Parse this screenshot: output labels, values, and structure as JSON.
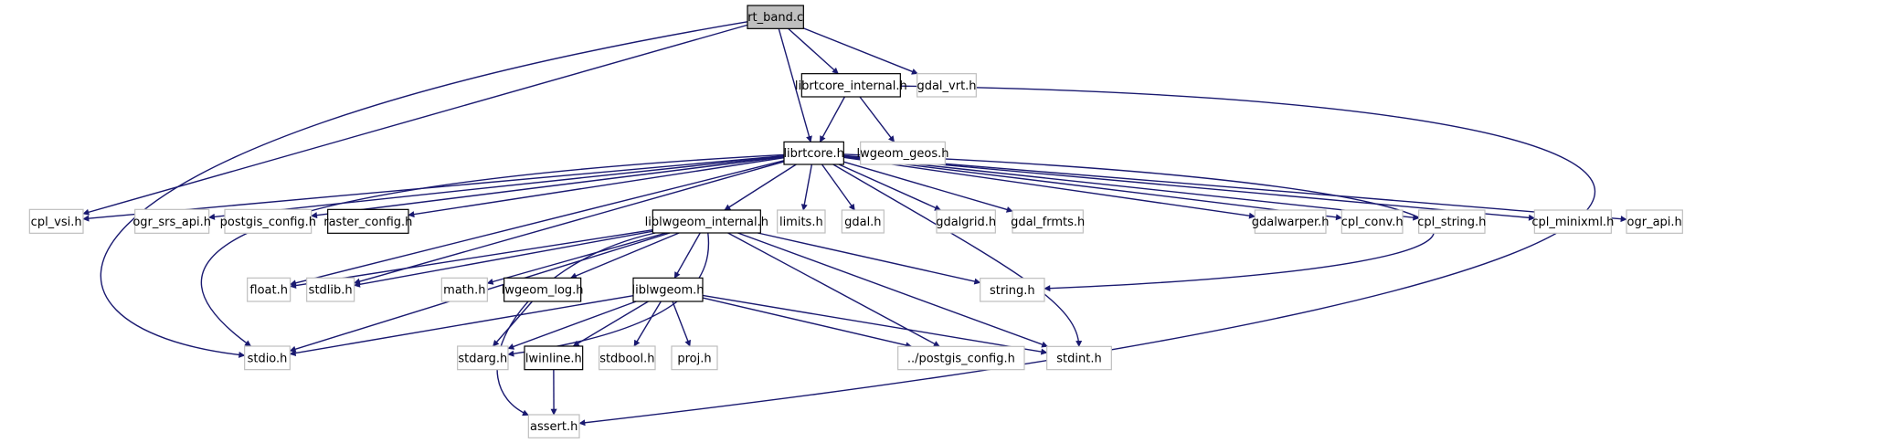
{
  "graph": {
    "type": "include-dependency-graph",
    "root": "rt_band",
    "colors": {
      "edge": "#191970",
      "root_fill": "#bfbfbf",
      "documented_border": "#000000",
      "undocumented_border": "#bfbfbf",
      "node_fill": "#ffffff"
    },
    "nodes": [
      {
        "id": "rt_band",
        "label": "rt_band.c",
        "kind": "root"
      },
      {
        "id": "librtcore_internal",
        "label": "librtcore_internal.h",
        "kind": "documented"
      },
      {
        "id": "gdal_vrt",
        "label": "gdal_vrt.h",
        "kind": "external"
      },
      {
        "id": "librtcore",
        "label": "librtcore.h",
        "kind": "documented"
      },
      {
        "id": "lwgeom_geos",
        "label": "lwgeom_geos.h",
        "kind": "external"
      },
      {
        "id": "cpl_vsi",
        "label": "cpl_vsi.h",
        "kind": "external"
      },
      {
        "id": "ogr_srs_api",
        "label": "ogr_srs_api.h",
        "kind": "external"
      },
      {
        "id": "postgis_config",
        "label": "postgis_config.h",
        "kind": "external"
      },
      {
        "id": "raster_config",
        "label": "raster_config.h",
        "kind": "documented"
      },
      {
        "id": "liblwgeom_internal",
        "label": "liblwgeom_internal.h",
        "kind": "documented"
      },
      {
        "id": "limits",
        "label": "limits.h",
        "kind": "external"
      },
      {
        "id": "gdal",
        "label": "gdal.h",
        "kind": "external"
      },
      {
        "id": "gdalgrid",
        "label": "gdalgrid.h",
        "kind": "external"
      },
      {
        "id": "gdal_frmts",
        "label": "gdal_frmts.h",
        "kind": "external"
      },
      {
        "id": "gdalwarper",
        "label": "gdalwarper.h",
        "kind": "external"
      },
      {
        "id": "cpl_conv",
        "label": "cpl_conv.h",
        "kind": "external"
      },
      {
        "id": "cpl_string",
        "label": "cpl_string.h",
        "kind": "external"
      },
      {
        "id": "cpl_minixml",
        "label": "cpl_minixml.h",
        "kind": "external"
      },
      {
        "id": "ogr_api",
        "label": "ogr_api.h",
        "kind": "external"
      },
      {
        "id": "float",
        "label": "float.h",
        "kind": "external"
      },
      {
        "id": "stdlib",
        "label": "stdlib.h",
        "kind": "external"
      },
      {
        "id": "math",
        "label": "math.h",
        "kind": "external"
      },
      {
        "id": "lwgeom_log",
        "label": "lwgeom_log.h",
        "kind": "documented"
      },
      {
        "id": "liblwgeom",
        "label": "liblwgeom.h",
        "kind": "documented"
      },
      {
        "id": "string",
        "label": "string.h",
        "kind": "external"
      },
      {
        "id": "stdio",
        "label": "stdio.h",
        "kind": "external"
      },
      {
        "id": "stdarg",
        "label": "stdarg.h",
        "kind": "external"
      },
      {
        "id": "lwinline",
        "label": "lwinline.h",
        "kind": "documented"
      },
      {
        "id": "stdbool",
        "label": "stdbool.h",
        "kind": "external"
      },
      {
        "id": "proj",
        "label": "proj.h",
        "kind": "external"
      },
      {
        "id": "rel_postgis_config",
        "label": "../postgis_config.h",
        "kind": "external"
      },
      {
        "id": "stdint",
        "label": "stdint.h",
        "kind": "external"
      },
      {
        "id": "assert",
        "label": "assert.h",
        "kind": "external"
      }
    ],
    "edges": [
      [
        "rt_band",
        "stdio"
      ],
      [
        "rt_band",
        "cpl_vsi"
      ],
      [
        "rt_band",
        "librtcore"
      ],
      [
        "rt_band",
        "librtcore_internal"
      ],
      [
        "rt_band",
        "gdal_vrt"
      ],
      [
        "librtcore_internal",
        "librtcore"
      ],
      [
        "librtcore_internal",
        "lwgeom_geos"
      ],
      [
        "librtcore_internal",
        "assert"
      ],
      [
        "librtcore",
        "cpl_vsi"
      ],
      [
        "librtcore",
        "ogr_srs_api"
      ],
      [
        "librtcore",
        "postgis_config"
      ],
      [
        "librtcore",
        "raster_config"
      ],
      [
        "librtcore",
        "liblwgeom_internal"
      ],
      [
        "librtcore",
        "limits"
      ],
      [
        "librtcore",
        "gdal"
      ],
      [
        "librtcore",
        "gdalgrid"
      ],
      [
        "librtcore",
        "gdal_frmts"
      ],
      [
        "librtcore",
        "gdalwarper"
      ],
      [
        "librtcore",
        "cpl_conv"
      ],
      [
        "librtcore",
        "cpl_string"
      ],
      [
        "librtcore",
        "cpl_minixml"
      ],
      [
        "librtcore",
        "ogr_api"
      ],
      [
        "librtcore",
        "float"
      ],
      [
        "librtcore",
        "stdlib"
      ],
      [
        "librtcore",
        "stdio"
      ],
      [
        "librtcore",
        "string"
      ],
      [
        "librtcore",
        "stdint"
      ],
      [
        "liblwgeom_internal",
        "float"
      ],
      [
        "liblwgeom_internal",
        "stdlib"
      ],
      [
        "liblwgeom_internal",
        "stdio"
      ],
      [
        "liblwgeom_internal",
        "math"
      ],
      [
        "liblwgeom_internal",
        "lwgeom_log"
      ],
      [
        "liblwgeom_internal",
        "liblwgeom"
      ],
      [
        "liblwgeom_internal",
        "string"
      ],
      [
        "liblwgeom_internal",
        "stdarg"
      ],
      [
        "liblwgeom_internal",
        "assert"
      ],
      [
        "liblwgeom_internal",
        "rel_postgis_config"
      ],
      [
        "liblwgeom_internal",
        "stdint"
      ],
      [
        "lwgeom_log",
        "stdarg"
      ],
      [
        "liblwgeom",
        "stdio"
      ],
      [
        "liblwgeom",
        "stdarg"
      ],
      [
        "liblwgeom",
        "lwinline"
      ],
      [
        "liblwgeom",
        "stdbool"
      ],
      [
        "liblwgeom",
        "proj"
      ],
      [
        "liblwgeom",
        "rel_postgis_config"
      ],
      [
        "liblwgeom",
        "stdint"
      ],
      [
        "lwinline",
        "assert"
      ]
    ]
  }
}
